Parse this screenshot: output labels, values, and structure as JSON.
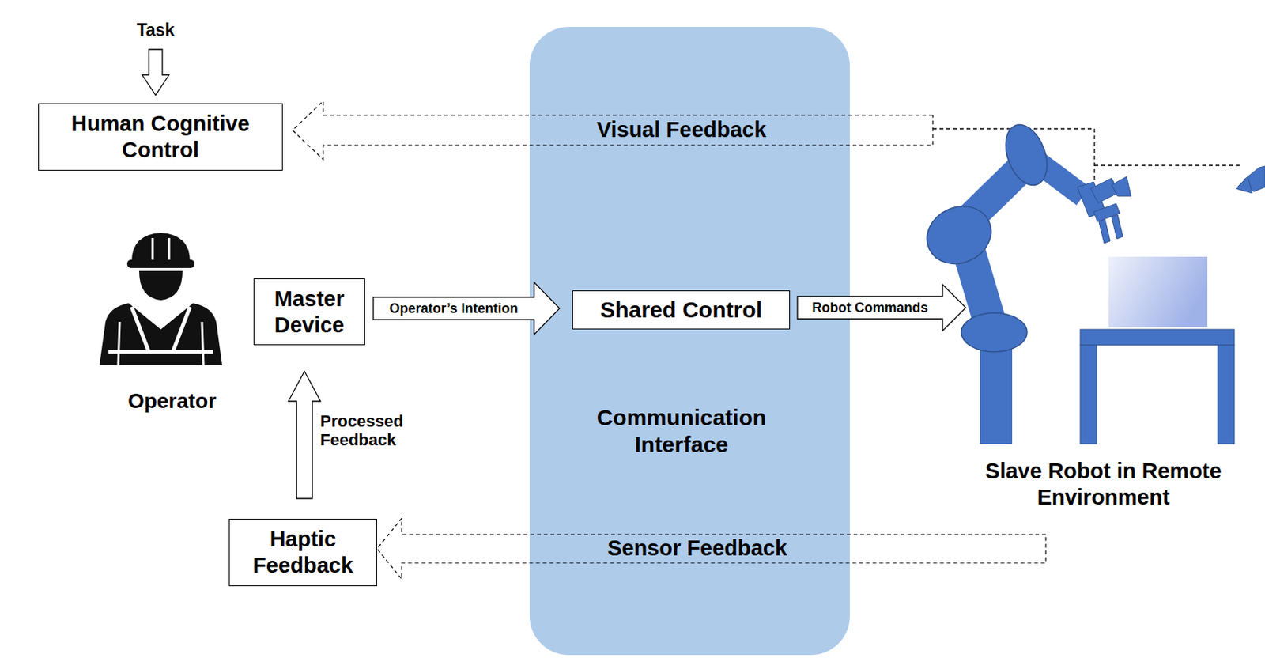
{
  "diagram": {
    "nodes": [
      {
        "text": [
          "Human Cognitive Control"
        ]
      },
      {
        "text": [
          "Master Device"
        ]
      },
      {
        "text": [
          "Communication Interface"
        ]
      },
      {
        "text": [
          "Shared Control"
        ],
        "in": 2
      },
      {
        "text": [
          "Slave Robot in Remote Environment"
        ]
      },
      {
        "text": [
          "Haptic Feedback"
        ]
      }
    ],
    "edges": [
      {
        "from": 1,
        "to": 3,
        "label": "Operator’s Intention",
        "arrow": "to"
      },
      {
        "from": 3,
        "to": 4,
        "label": "Robot Commands",
        "arrow": "to"
      },
      {
        "from": 4,
        "to": 0,
        "label": "Visual Feedback",
        "arrow": "to"
      },
      {
        "from": 4,
        "to": 5,
        "label": "Sensor Feedback",
        "arrow": "to"
      },
      {
        "from": 5,
        "to": 1,
        "label": "Processed Feedback",
        "arrow": "to"
      }
    ],
    "labels": [
      "Task",
      "Operator"
    ]
  }
}
